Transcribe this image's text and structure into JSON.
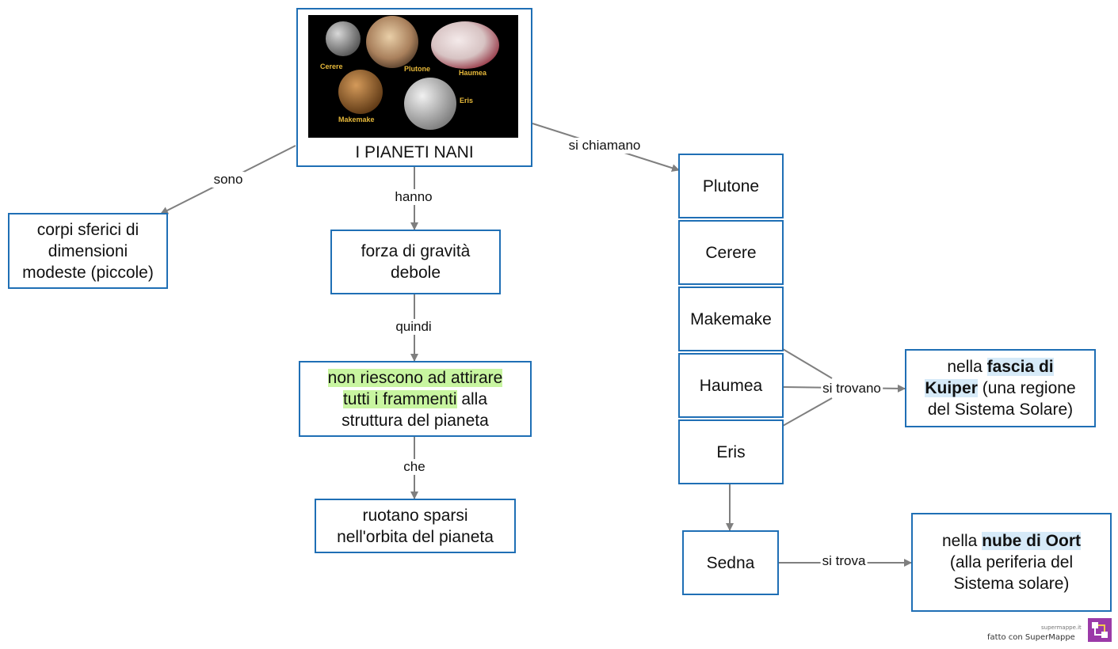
{
  "root": {
    "title": "I PIANETI NANI"
  },
  "image": {
    "labels": {
      "ceres": "Cerere",
      "pluto": "Plutone",
      "haumea": "Haumea",
      "makemake": "Makemake",
      "eris": "Eris"
    }
  },
  "edges": {
    "sono": "sono",
    "hanno": "hanno",
    "si_chiamano": "si chiamano",
    "quindi": "quindi",
    "che": "che",
    "si_trovano": "si trovano",
    "si_trova": "si trova"
  },
  "nodes": {
    "corpi": {
      "line1": "corpi sferici di",
      "line2": "dimensioni",
      "line3": "modeste (piccole)"
    },
    "forza": {
      "line1": "forza di gravità",
      "line2": "debole"
    },
    "non_riescono": {
      "hl1": "non riescono ad attirare",
      "hl2": "tutti i frammenti",
      "rest2": " alla",
      "line3": "struttura del pianeta"
    },
    "ruotano": {
      "line1": "ruotano sparsi",
      "line2": "nell'orbita del pianeta"
    },
    "plutone": "Plutone",
    "cerere": "Cerere",
    "makemake": "Makemake",
    "haumea": "Haumea",
    "eris": "Eris",
    "sedna": "Sedna",
    "kuiper": {
      "pre1": "nella ",
      "hl1": "fascia di",
      "hl2": "Kuiper",
      "post2": " (una regione",
      "line3": "del Sistema Solare)"
    },
    "oort": {
      "pre1": "nella ",
      "hl1": "nube di Oort",
      "line2": "(alla periferia del",
      "line3": "Sistema solare)"
    }
  },
  "footer": {
    "site": "supermappe.it",
    "made_with": "fatto con SuperMappe"
  },
  "colors": {
    "border": "#1f6fb5",
    "arrow": "#7f7f7f",
    "highlight_green": "#c8f5a0",
    "highlight_blue": "#d6eaf8",
    "logo": "#9b3aa8"
  }
}
